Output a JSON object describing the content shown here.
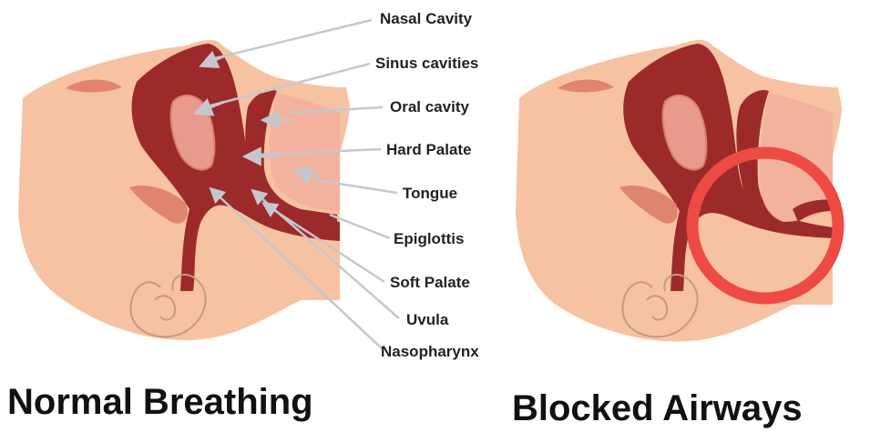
{
  "labels": {
    "nasal_cavity": "Nasal Cavity",
    "sinus_cavities": "Sinus cavities",
    "oral_cavity": "Oral cavity",
    "hard_palate": "Hard Palate",
    "tongue": "Tongue",
    "epiglottis": "Epiglottis",
    "soft_palate": "Soft Palate",
    "uvula": "Uvula",
    "nasopharynx": "Nasopharynx"
  },
  "captions": {
    "normal": "Normal Breathing",
    "blocked": "Blocked Airways"
  },
  "colors": {
    "skin": "#f7c2a2",
    "airway": "#9c2a2a",
    "tissue": "#f2b29d",
    "pinkish": "#e89a8f",
    "ear_line": "#c49a82",
    "arrow": "#c6c6cf",
    "highlight_circle": "#ee4a44"
  }
}
